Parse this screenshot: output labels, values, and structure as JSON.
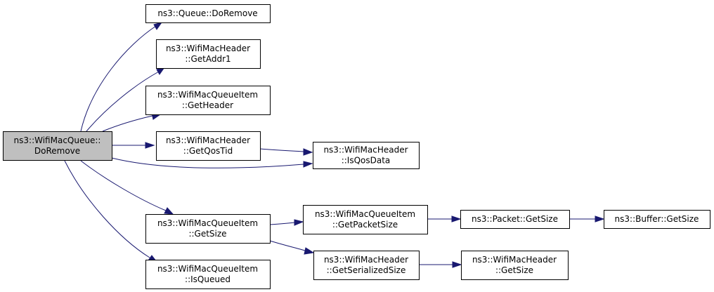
{
  "graph": {
    "nodes": [
      {
        "id": "root",
        "lines": [
          "ns3::WifiMacQueue::",
          "DoRemove"
        ],
        "root": true
      },
      {
        "id": "queue_doremove",
        "lines": [
          "ns3::Queue::DoRemove"
        ]
      },
      {
        "id": "hdr_getaddr1",
        "lines": [
          "ns3::WifiMacHeader",
          "::GetAddr1"
        ]
      },
      {
        "id": "item_getheader",
        "lines": [
          "ns3::WifiMacQueueItem",
          "::GetHeader"
        ]
      },
      {
        "id": "hdr_getqostid",
        "lines": [
          "ns3::WifiMacHeader",
          "::GetQosTid"
        ]
      },
      {
        "id": "hdr_isqosdata",
        "lines": [
          "ns3::WifiMacHeader",
          "::IsQosData"
        ]
      },
      {
        "id": "item_getsize",
        "lines": [
          "ns3::WifiMacQueueItem",
          "::GetSize"
        ]
      },
      {
        "id": "item_isqueued",
        "lines": [
          "ns3::WifiMacQueueItem",
          "::IsQueued"
        ]
      },
      {
        "id": "item_getpacketsize",
        "lines": [
          "ns3::WifiMacQueueItem",
          "::GetPacketSize"
        ]
      },
      {
        "id": "hdr_getserializedsize",
        "lines": [
          "ns3::WifiMacHeader",
          "::GetSerializedSize"
        ]
      },
      {
        "id": "packet_getsize",
        "lines": [
          "ns3::Packet::GetSize"
        ]
      },
      {
        "id": "hdr_getsize",
        "lines": [
          "ns3::WifiMacHeader",
          "::GetSize"
        ]
      },
      {
        "id": "buffer_getsize",
        "lines": [
          "ns3::Buffer::GetSize"
        ]
      }
    ],
    "edges": [
      {
        "from": "root",
        "to": "queue_doremove"
      },
      {
        "from": "root",
        "to": "hdr_getaddr1"
      },
      {
        "from": "root",
        "to": "item_getheader"
      },
      {
        "from": "root",
        "to": "hdr_getqostid"
      },
      {
        "from": "root",
        "to": "hdr_isqosdata"
      },
      {
        "from": "root",
        "to": "item_getsize"
      },
      {
        "from": "root",
        "to": "item_isqueued"
      },
      {
        "from": "hdr_getqostid",
        "to": "hdr_isqosdata"
      },
      {
        "from": "item_getsize",
        "to": "item_getpacketsize"
      },
      {
        "from": "item_getsize",
        "to": "hdr_getserializedsize"
      },
      {
        "from": "item_getpacketsize",
        "to": "packet_getsize"
      },
      {
        "from": "hdr_getserializedsize",
        "to": "hdr_getsize"
      },
      {
        "from": "packet_getsize",
        "to": "buffer_getsize"
      }
    ],
    "colors": {
      "edge": "#191970",
      "root_fill": "#bfbfbf",
      "node_fill": "#ffffff",
      "node_stroke": "#000000"
    }
  }
}
